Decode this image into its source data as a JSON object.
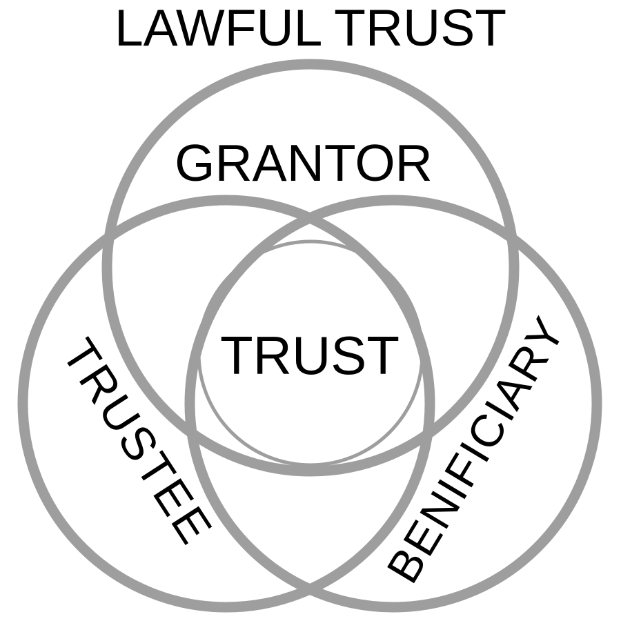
{
  "title": {
    "text": "LAWFUL TRUST"
  },
  "venn": {
    "circle_color": "#9e9e9e",
    "label_color": "#000000",
    "background": "#ffffff",
    "circles": [
      {
        "name": "grantor",
        "label": "GRANTOR"
      },
      {
        "name": "trustee",
        "label": "TRUSTEE"
      },
      {
        "name": "beneficiary",
        "label": "BENIFICIARY"
      }
    ],
    "center": {
      "name": "trust",
      "label": "TRUST"
    }
  }
}
